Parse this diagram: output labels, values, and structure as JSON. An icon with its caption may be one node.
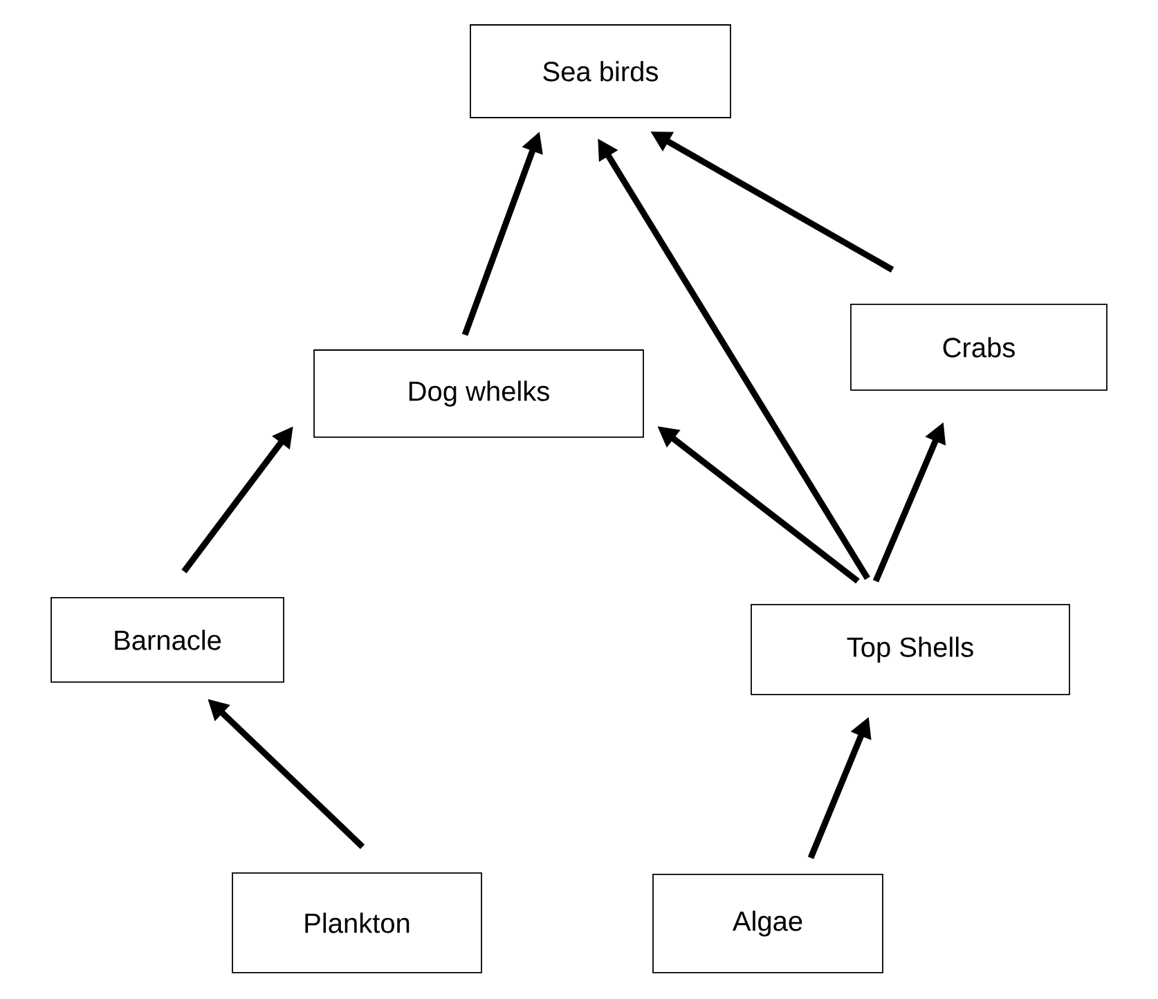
{
  "diagram": {
    "nodes": [
      {
        "text": [
          "Sea birds"
        ]
      },
      {
        "text": [
          "Crabs"
        ]
      },
      {
        "text": [
          "Dog whelks"
        ]
      },
      {
        "text": [
          "Barnacle"
        ]
      },
      {
        "text": [
          "Top Shells"
        ]
      },
      {
        "text": [
          "Plankton"
        ]
      },
      {
        "text": [
          "Algae"
        ]
      }
    ],
    "edges": [
      {
        "from": 5,
        "to": 3,
        "arrow": "to"
      },
      {
        "from": 3,
        "to": 2,
        "arrow": "to"
      },
      {
        "from": 2,
        "to": 0,
        "arrow": "to"
      },
      {
        "from": 4,
        "to": 2,
        "arrow": "to"
      },
      {
        "from": 4,
        "to": 0,
        "arrow": "to"
      },
      {
        "from": 4,
        "to": 1,
        "arrow": "to"
      },
      {
        "from": 1,
        "to": 0,
        "arrow": "to"
      },
      {
        "from": 6,
        "to": 4,
        "arrow": "to"
      }
    ]
  }
}
